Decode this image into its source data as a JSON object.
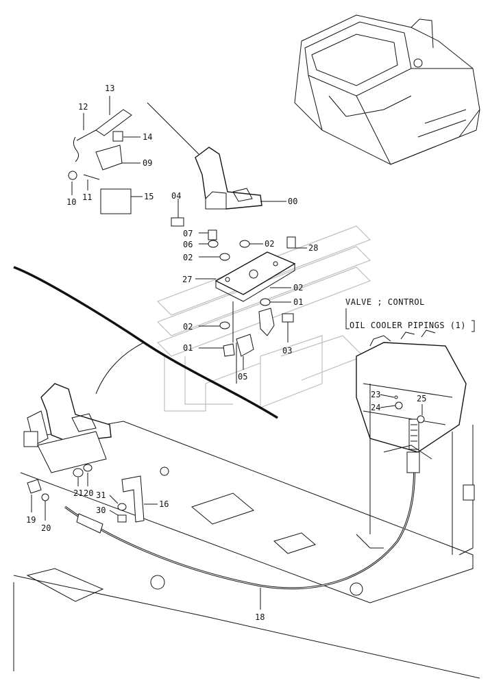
{
  "notes": {
    "valve_control": "VALVE ; CONTROL",
    "oil_cooler": "OIL COOLER PIPINGS (1)"
  },
  "parts": {
    "p00": "00",
    "p01a": "01",
    "p01b": "01",
    "p02a": "02",
    "p02b": "02",
    "p02c": "02",
    "p02d": "02",
    "p03": "03",
    "p04": "04",
    "p05": "05",
    "p06": "06",
    "p07": "07",
    "p09": "09",
    "p10": "10",
    "p11": "11",
    "p12": "12",
    "p13": "13",
    "p14": "14",
    "p15": "15",
    "p16": "16",
    "p18": "18",
    "p19": "19",
    "p20a": "20",
    "p20b": "20",
    "p21": "21",
    "p23": "23",
    "p24": "24",
    "p25": "25",
    "p27": "27",
    "p28": "28",
    "p30": "30",
    "p31": "31"
  }
}
